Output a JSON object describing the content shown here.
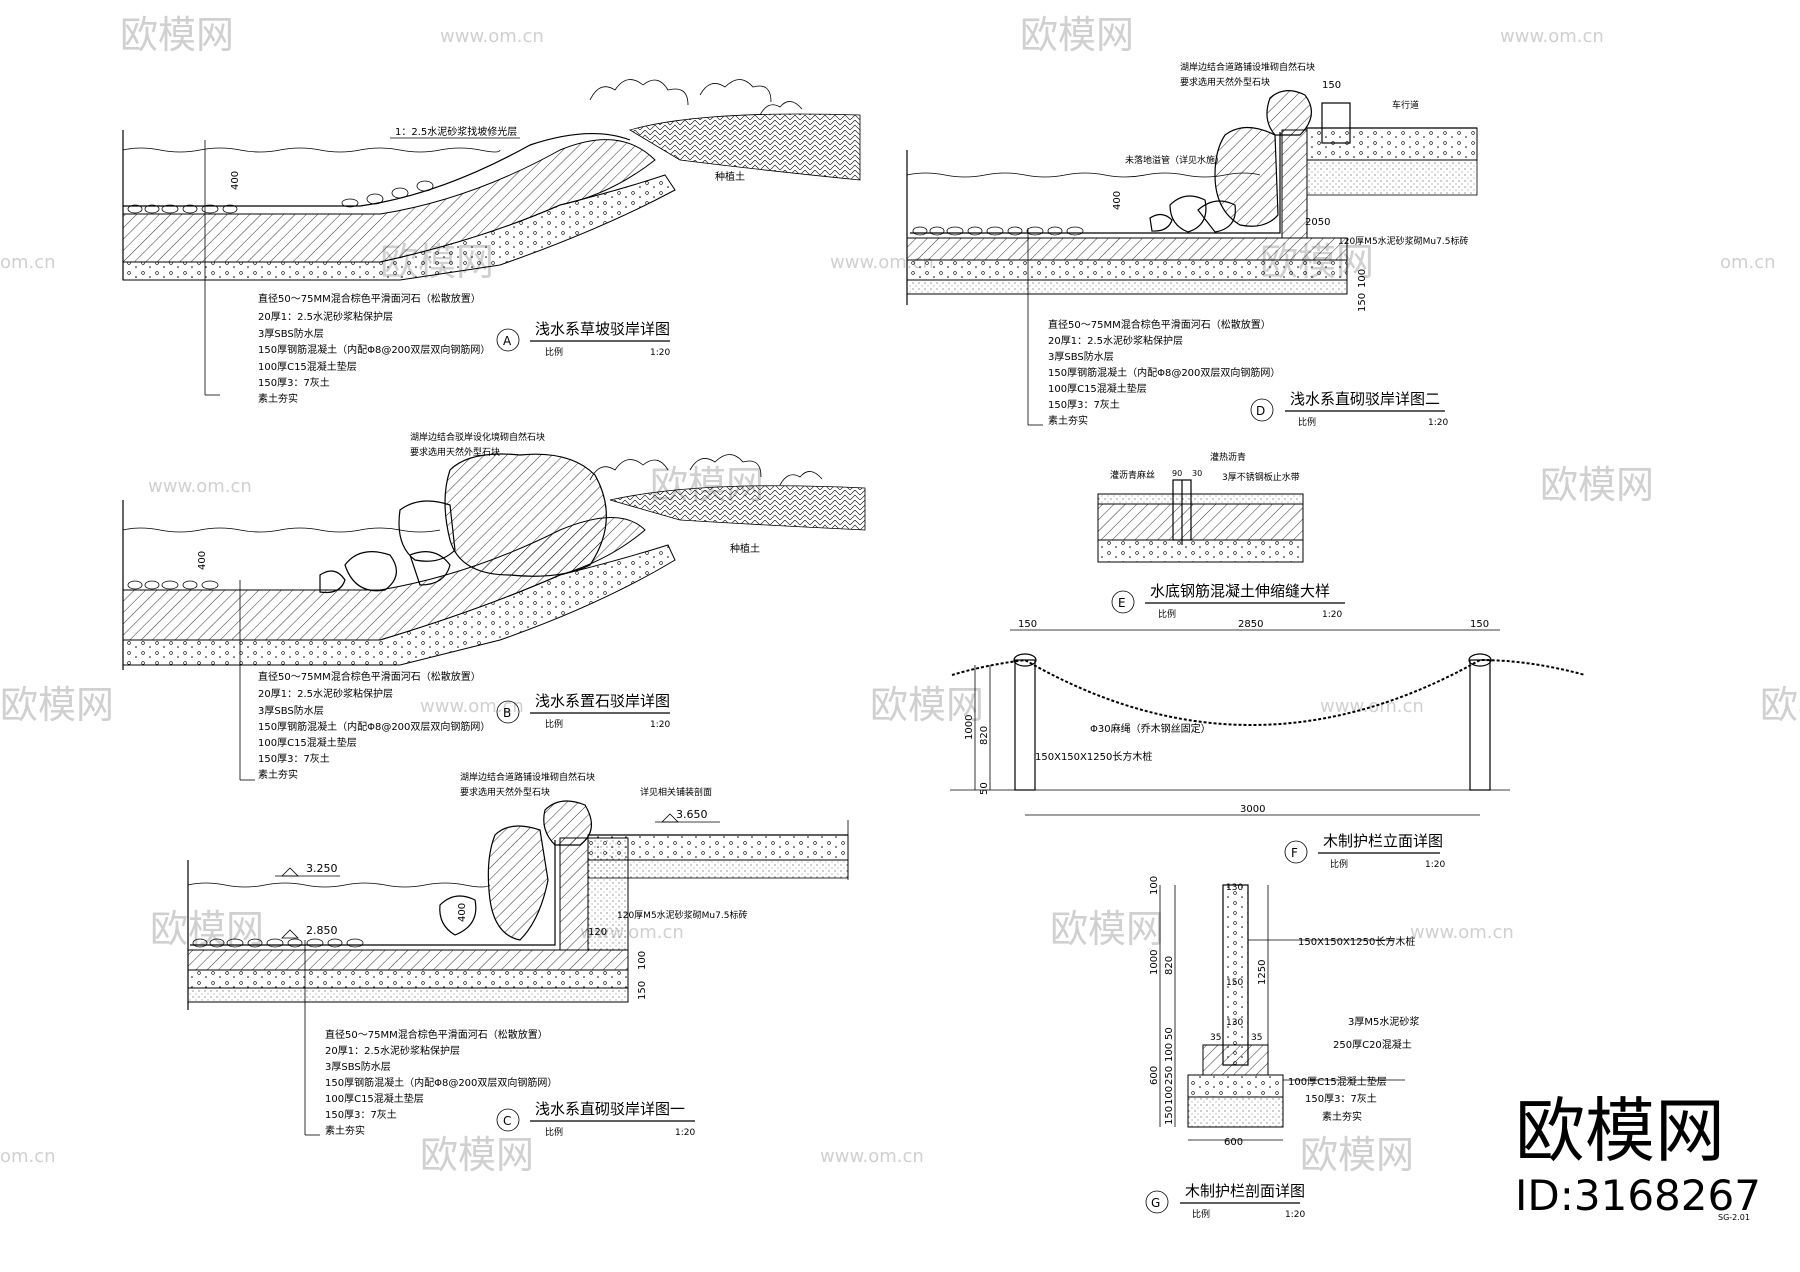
{
  "watermark": {
    "brand": "欧模网",
    "url": "www.om.cn",
    "url_short": "om.cn"
  },
  "brand_mark": {
    "name": "欧模网",
    "id": "ID:3168267"
  },
  "sheet_code": "SG-2.01",
  "detail_a": {
    "letter": "A",
    "title": "浅水系草坡驳岸详图",
    "scale_label": "比例",
    "scale": "1:20",
    "top_note": "1：2.5水泥砂浆找坡修光层",
    "side_note": "种植土",
    "dim": "400",
    "layers": [
      "直径50～75MM混合棕色平滑面河石（松散放置）",
      "20厚1：2.5水泥砂浆粘保护层",
      "3厚SBS防水层",
      "150厚钢筋混凝土（内配Φ8@200双层双向钢筋网）",
      "100厚C15混凝土垫层",
      "150厚3：7灰土",
      "素土夯实"
    ]
  },
  "detail_b": {
    "letter": "B",
    "title": "浅水系置石驳岸详图",
    "scale_label": "比例",
    "scale": "1:20",
    "top_note_1": "湖岸边结合驳岸设化境砌自然石块",
    "top_note_2": "要求选用天然外型石块",
    "side_note": "种植土",
    "dim": "400",
    "layers": [
      "直径50～75MM混合棕色平滑面河石（松散放置）",
      "20厚1：2.5水泥砂浆粘保护层",
      "3厚SBS防水层",
      "150厚钢筋混凝土（内配Φ8@200双层双向钢筋网）",
      "100厚C15混凝土垫层",
      "150厚3：7灰土",
      "素土夯实"
    ]
  },
  "detail_c": {
    "letter": "C",
    "title": "浅水系直砌驳岸详图一",
    "scale_label": "比例",
    "scale": "1:20",
    "top_note_1": "湖岸边结合道路铺设堆砌自然石块",
    "top_note_2": "要求选用天然外型石块",
    "right_note": "详见相关铺装剖面",
    "level_top": "3.650",
    "level_water": "3.250",
    "level_bottom": "2.850",
    "wall_note": "120厚M5水泥砂浆砌Mu7.5标砖",
    "dim_400": "400",
    "dim_150": "150",
    "dim_100": "100",
    "dim_120": "120",
    "layers": [
      "直径50～75MM混合棕色平滑面河石（松散放置）",
      "20厚1：2.5水泥砂浆粘保护层",
      "3厚SBS防水层",
      "150厚钢筋混凝土（内配Φ8@200双层双向钢筋网）",
      "100厚C15混凝土垫层",
      "150厚3：7灰土",
      "素土夯实"
    ]
  },
  "detail_d": {
    "letter": "D",
    "title": "浅水系直砌驳岸详图二",
    "scale_label": "比例",
    "scale": "1:20",
    "top_note_1": "湖岸边结合道路铺设堆砌自然石块",
    "top_note_2": "要求选用天然外型石块",
    "right_note": "车行道",
    "pipe_note": "未落地溢管（详见水施）",
    "wall_note": "120厚M5水泥砂浆砌Mu7.5标砖",
    "dim_150": "150",
    "dim_400": "400",
    "dim_1": "1",
    "dim_2050": "2050",
    "dim_100": "100",
    "dim_150b": "150",
    "layers": [
      "直径50～75MM混合棕色平滑面河石（松散放置）",
      "20厚1：2.5水泥砂浆粘保护层",
      "3厚SBS防水层",
      "150厚钢筋混凝土（内配Φ8@200双层双向钢筋网）",
      "100厚C15混凝土垫层",
      "150厚3：7灰土",
      "素土夯实"
    ]
  },
  "detail_e": {
    "letter": "E",
    "title": "水底钢筋混凝土伸缩缝大样",
    "scale_label": "比例",
    "scale": "1:20",
    "note_1": "灌沥青麻丝",
    "note_2": "灌热沥青",
    "note_3": "3厚不锈钢板止水带",
    "dim_a": "90",
    "dim_b": "30"
  },
  "detail_f": {
    "letter": "F",
    "title": "木制护栏立面详图",
    "scale_label": "比例",
    "scale": "1:20",
    "dim_left": "150",
    "dim_mid": "2850",
    "dim_right": "150",
    "dim_total": "3000",
    "dim_v1": "1000",
    "dim_v2": "820",
    "dim_v3": "50",
    "rope_note": "Φ30麻绳（乔木钢丝固定）",
    "post_note": "150X150X1250长方木桩"
  },
  "detail_g": {
    "letter": "G",
    "title": "木制护栏剖面详图",
    "scale_label": "比例",
    "scale": "1:20",
    "dims_left": [
      "100",
      "1000",
      "820",
      "50",
      "100",
      "250",
      "600",
      "100",
      "150"
    ],
    "dims_post": [
      "130",
      "150",
      "130"
    ],
    "dim_1250": "1250",
    "dim_35a": "35",
    "dim_35b": "35",
    "dim_600": "600",
    "notes": [
      "150X150X1250长方木桩",
      "3厚M5水泥砂浆",
      "250厚C20混凝土",
      "100厚C15混凝土垫层",
      "150厚3：7灰土",
      "素土夯实"
    ]
  }
}
